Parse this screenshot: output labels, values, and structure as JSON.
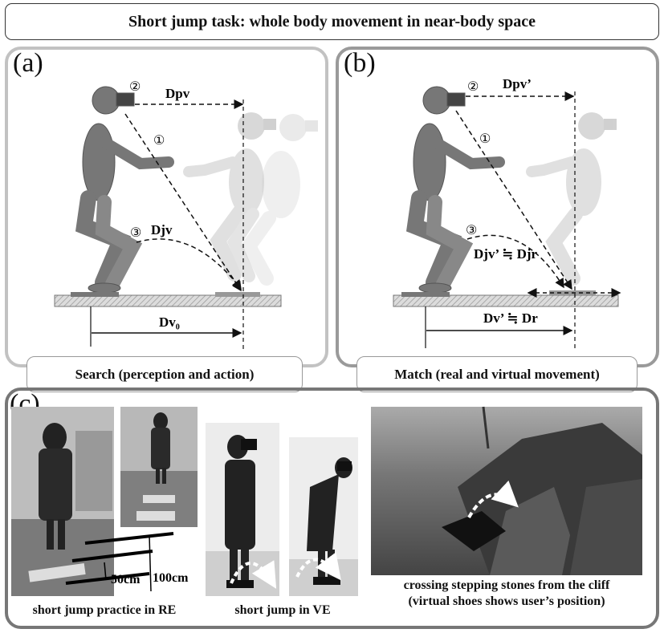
{
  "title": "Short jump task: whole body movement in near-body space",
  "panel_a": {
    "label": "(a)",
    "caption": "Search (perception and action)",
    "markers": [
      "①",
      "②",
      "③"
    ],
    "dist_top": "Dpv",
    "dist_jump": "Djv",
    "dist_bottom": "Dv₀"
  },
  "panel_b": {
    "label": "(b)",
    "caption": "Match (real and virtual movement)",
    "markers": [
      "①",
      "②",
      "③"
    ],
    "dist_top": "Dpv’",
    "dist_jump": "Djv’ ≒ Djr",
    "dist_bottom": "Dv’ ≒ Dr"
  },
  "panel_c": {
    "label": "(c)",
    "measure_50": "50cm",
    "measure_100": "100cm",
    "caption_re": "short jump practice in RE",
    "caption_ve": "short jump in VE",
    "caption_cliff_1": "crossing stepping stones from the cliff",
    "caption_cliff_2": "(virtual shoes shows user’s position)"
  }
}
